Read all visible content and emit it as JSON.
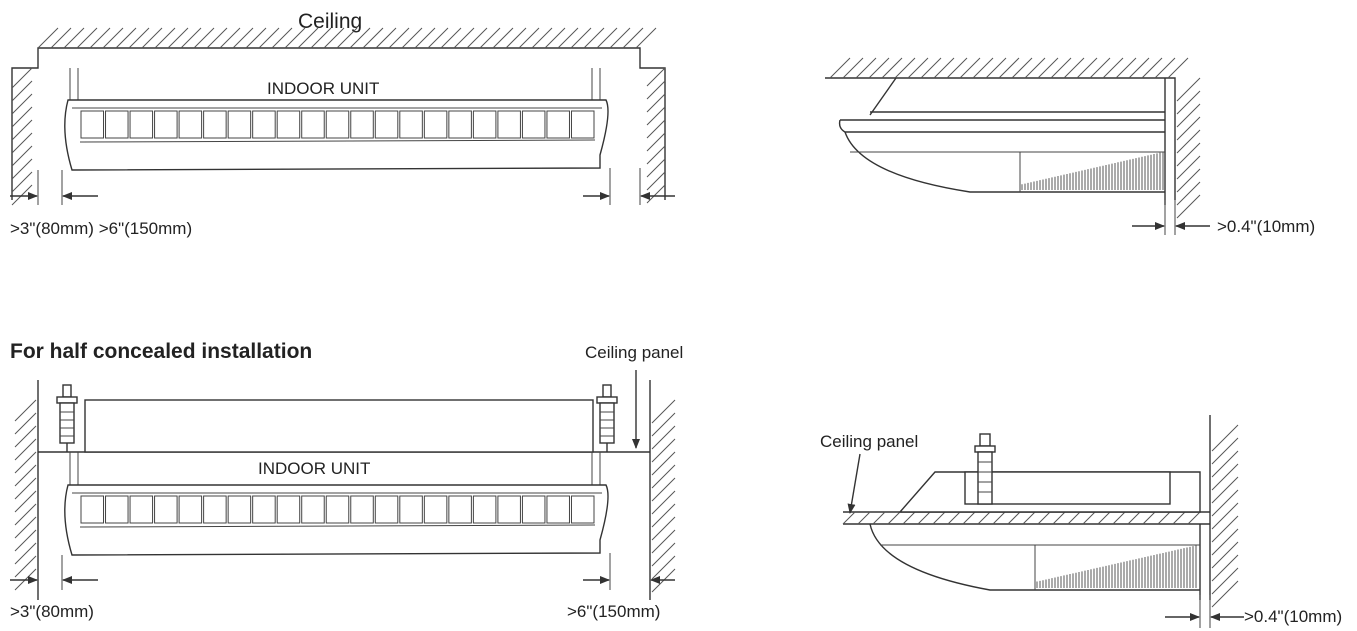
{
  "top_left": {
    "ceiling_label": "Ceiling",
    "unit_label": "INDOOR UNIT",
    "clearance_label": ">3\"(80mm) >6\"(150mm)"
  },
  "top_right": {
    "clearance_label": ">0.4\"(10mm)"
  },
  "bottom_left": {
    "heading": "For half concealed installation",
    "ceiling_panel_label": "Ceiling panel",
    "unit_label": "INDOOR UNIT",
    "left_clearance_label": ">3\"(80mm)",
    "right_clearance_label": ">6\"(150mm)"
  },
  "bottom_right": {
    "ceiling_panel_label": "Ceiling panel",
    "clearance_label": ">0.4\"(10mm)"
  }
}
